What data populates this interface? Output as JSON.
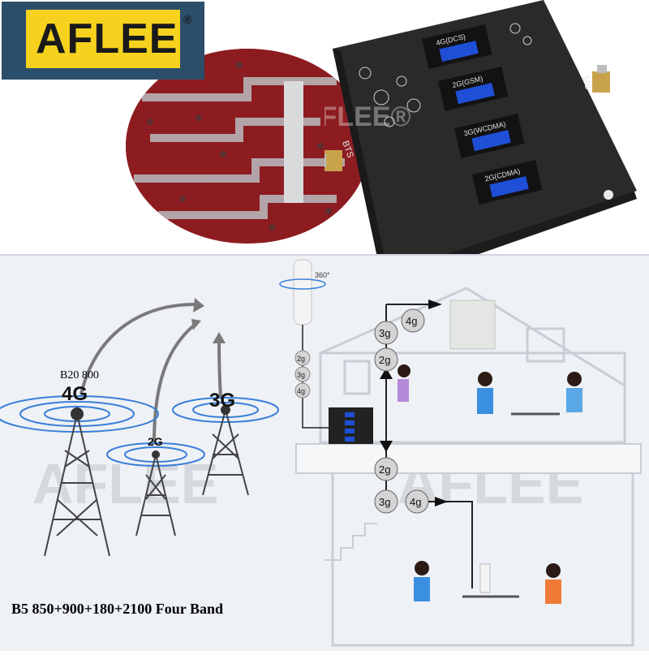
{
  "logo": {
    "text": "AFLEE",
    "reg": "®"
  },
  "device": {
    "screens": [
      "4G(DCS)",
      "2G(GSM)",
      "3G(WCDMA)",
      "2G(CDMA)"
    ],
    "port_left": "BTS",
    "port_right": "MS",
    "watermark": "AFLEE®"
  },
  "scene": {
    "watermark": "AFLEE",
    "antenna_rotation": "360°",
    "band_label": "B20 800",
    "towers": [
      "4G",
      "2G",
      "3G"
    ],
    "chain_upper": [
      "2g",
      "3g",
      "4g"
    ],
    "chain_house_upper": [
      "4g",
      "3g",
      "2g"
    ],
    "chain_house_lower": [
      "2g",
      "3g",
      "4g"
    ],
    "caption": "B5 850+900+180+2100 Four Band"
  },
  "colors": {
    "logo_bg": "#2b4e6a",
    "logo_yellow": "#f6d21e",
    "device_body": "#2a2a2a",
    "screen_blue": "#1f4fd6",
    "pcb_red": "#8c1c20",
    "signal_blue": "#3a7fd8"
  }
}
